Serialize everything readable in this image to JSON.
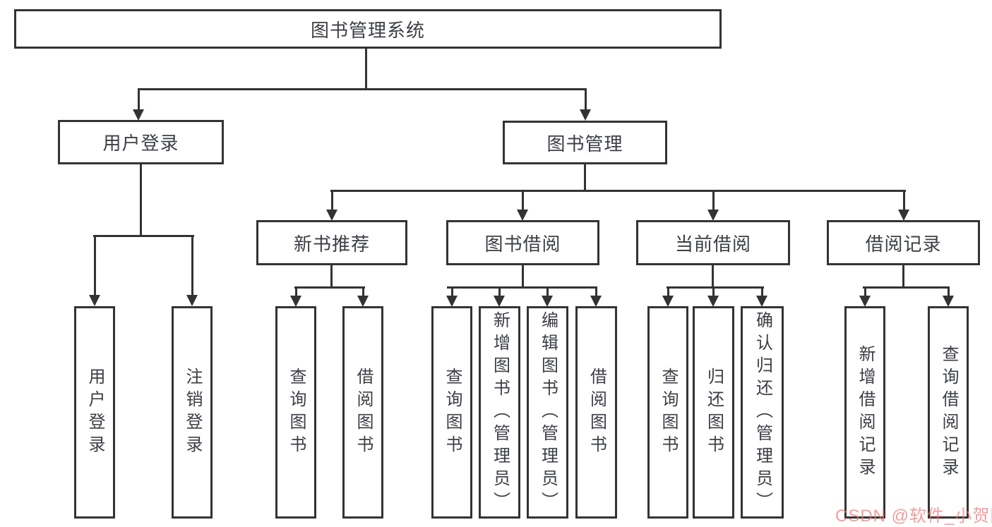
{
  "tree": {
    "label": "图书管理系统",
    "children": [
      {
        "label": "用户登录",
        "children": [
          {
            "label": "用户登录"
          },
          {
            "label": "注销登录"
          }
        ]
      },
      {
        "label": "图书管理",
        "children": [
          {
            "label": "新书推荐",
            "children": [
              {
                "label": "查询图书"
              },
              {
                "label": "借阅图书"
              }
            ]
          },
          {
            "label": "图书借阅",
            "children": [
              {
                "label": "查询图书"
              },
              {
                "label": "新增图书（管理员）"
              },
              {
                "label": "编辑图书（管理员）"
              },
              {
                "label": "借阅图书"
              }
            ]
          },
          {
            "label": "当前借阅",
            "children": [
              {
                "label": "查询图书"
              },
              {
                "label": "归还图书"
              },
              {
                "label": "确认归还（管理员）"
              }
            ]
          },
          {
            "label": "借阅记录",
            "children": [
              {
                "label": "新增借阅记录"
              },
              {
                "label": "查询借阅记录"
              }
            ]
          }
        ]
      }
    ]
  },
  "watermark": {
    "text": "CSDN @软件_小贺同学"
  },
  "colors": {
    "line": "#333333",
    "text": "#3b3e45",
    "background": "#ffffff",
    "watermark": "#ee7676"
  }
}
